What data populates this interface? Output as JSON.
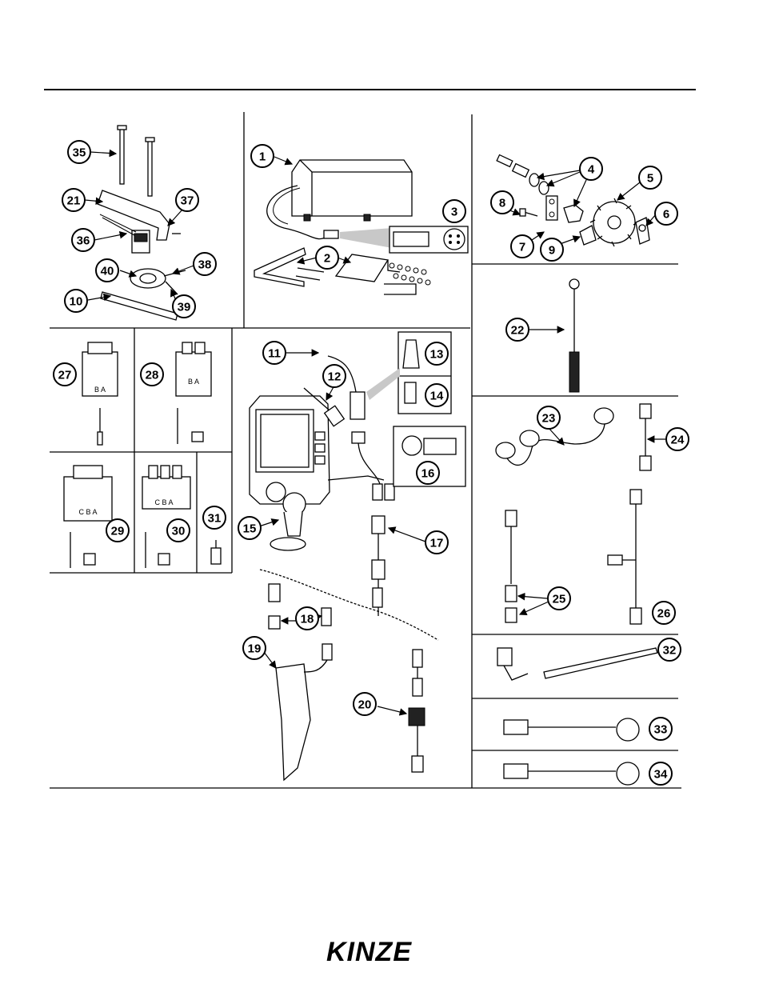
{
  "callouts": [
    "1",
    "2",
    "3",
    "4",
    "5",
    "6",
    "7",
    "8",
    "9",
    "10",
    "11",
    "12",
    "13",
    "14",
    "15",
    "16",
    "17",
    "18",
    "19",
    "20",
    "21",
    "22",
    "23",
    "24",
    "25",
    "26",
    "27",
    "28",
    "29",
    "30",
    "31",
    "32",
    "33",
    "34",
    "35",
    "36",
    "37",
    "38",
    "39",
    "40"
  ],
  "connector_letters": {
    "c27": "B A",
    "c28": "B A",
    "c29": "C B A",
    "c30": "C B A"
  },
  "logo": "KINZE",
  "colors": {
    "line": "#000000",
    "background": "#ffffff"
  }
}
